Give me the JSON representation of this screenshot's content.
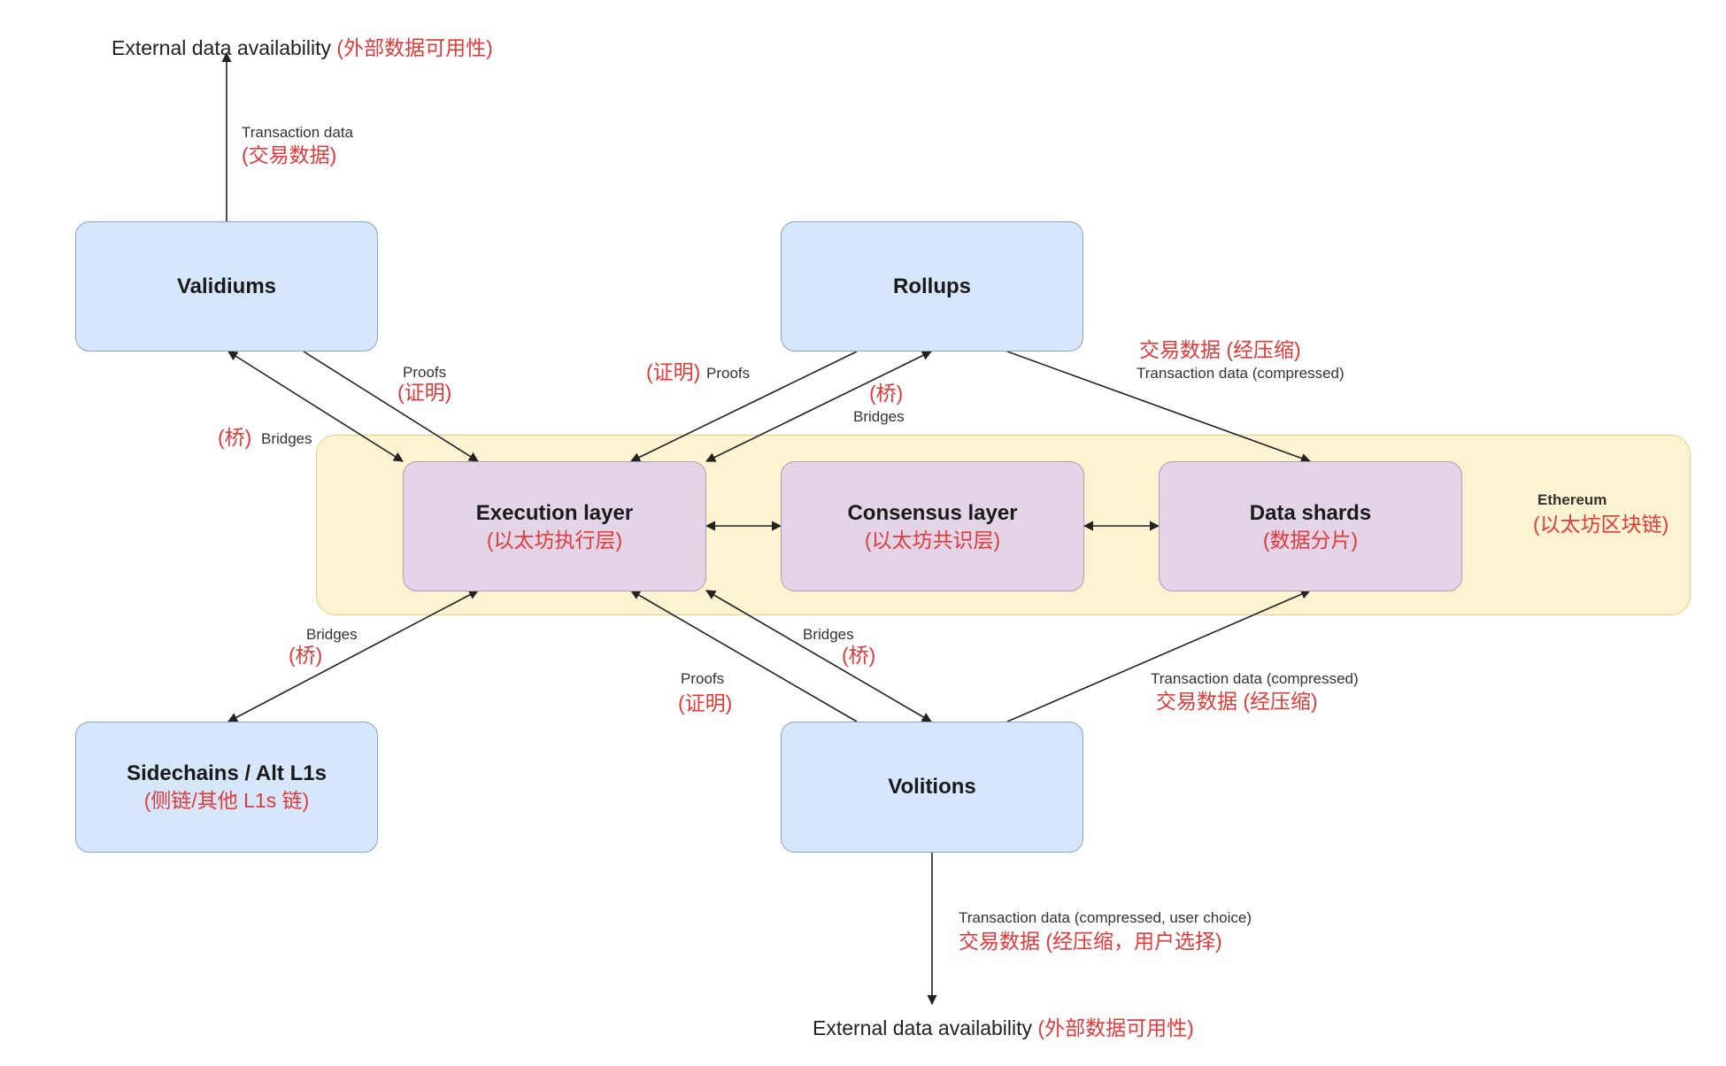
{
  "top_external": {
    "text": "External data availability",
    "zh": "(外部数据可用性)"
  },
  "bottom_external": {
    "text": "External data availability",
    "zh": "(外部数据可用性)"
  },
  "nodes": {
    "validiums": {
      "title": "Validiums"
    },
    "rollups": {
      "title": "Rollups"
    },
    "execution": {
      "title": "Execution layer",
      "zh": "(以太坊执行层)"
    },
    "consensus": {
      "title": "Consensus layer",
      "zh": "(以太坊共识层)"
    },
    "data_shards": {
      "title": "Data shards",
      "zh": "(数据分片)"
    },
    "sidechains": {
      "title": "Sidechains / Alt L1s",
      "zh": "(侧链/其他 L1s 链)"
    },
    "volitions": {
      "title": "Volitions"
    }
  },
  "ethereum": {
    "title": "Ethereum",
    "zh": "(以太坊区块链)"
  },
  "edges": {
    "validium_tx": {
      "en": "Transaction data",
      "zh": "(交易数据)"
    },
    "validium_proofs": {
      "en": "Proofs",
      "zh": "(证明)"
    },
    "validium_bridges": {
      "zh": "(桥)",
      "en": "Bridges"
    },
    "rollup_proofs": {
      "zh": "(证明)",
      "en": "Proofs"
    },
    "rollup_bridges": {
      "zh": "(桥)",
      "en": "Bridges"
    },
    "rollup_tx": {
      "zh": "交易数据 (经压缩)",
      "en": "Transaction data (compressed)"
    },
    "side_bridges": {
      "en": "Bridges",
      "zh": "(桥)"
    },
    "vol_proofs": {
      "en": "Proofs",
      "zh": "(证明)"
    },
    "vol_bridges": {
      "en": "Bridges",
      "zh": "(桥)"
    },
    "vol_tx": {
      "en": "Transaction data (compressed)",
      "zh": "交易数据 (经压缩)"
    },
    "vol_ext": {
      "en": "Transaction data (compressed, user choice)",
      "zh": "交易数据 (经压缩，用户选择)"
    }
  },
  "colors": {
    "node_blue": "#d6e6fb",
    "node_purple": "#e3d4e7",
    "ethereum_bg": "#fcf3d0",
    "zh_red": "#e03a3a"
  }
}
